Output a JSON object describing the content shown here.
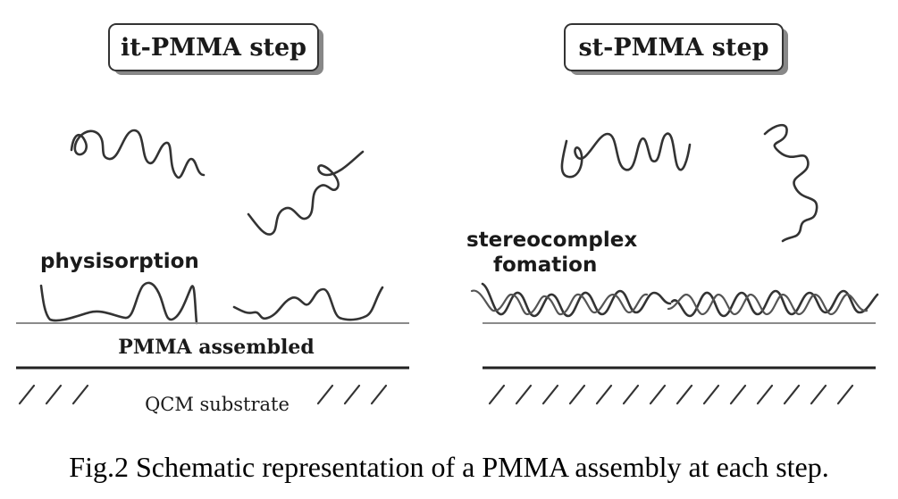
{
  "figure": {
    "left_panel": {
      "title": "it-PMMA step",
      "annotation": "physisorption",
      "layer_label": "PMMA assembled",
      "substrate_label": "QCM substrate"
    },
    "right_panel": {
      "title": "st-PMMA step",
      "annotation_line1": "stereocomplex",
      "annotation_line2": "fomation"
    },
    "caption": "Fig.2 Schematic representation of a PMMA assembly at each step."
  }
}
